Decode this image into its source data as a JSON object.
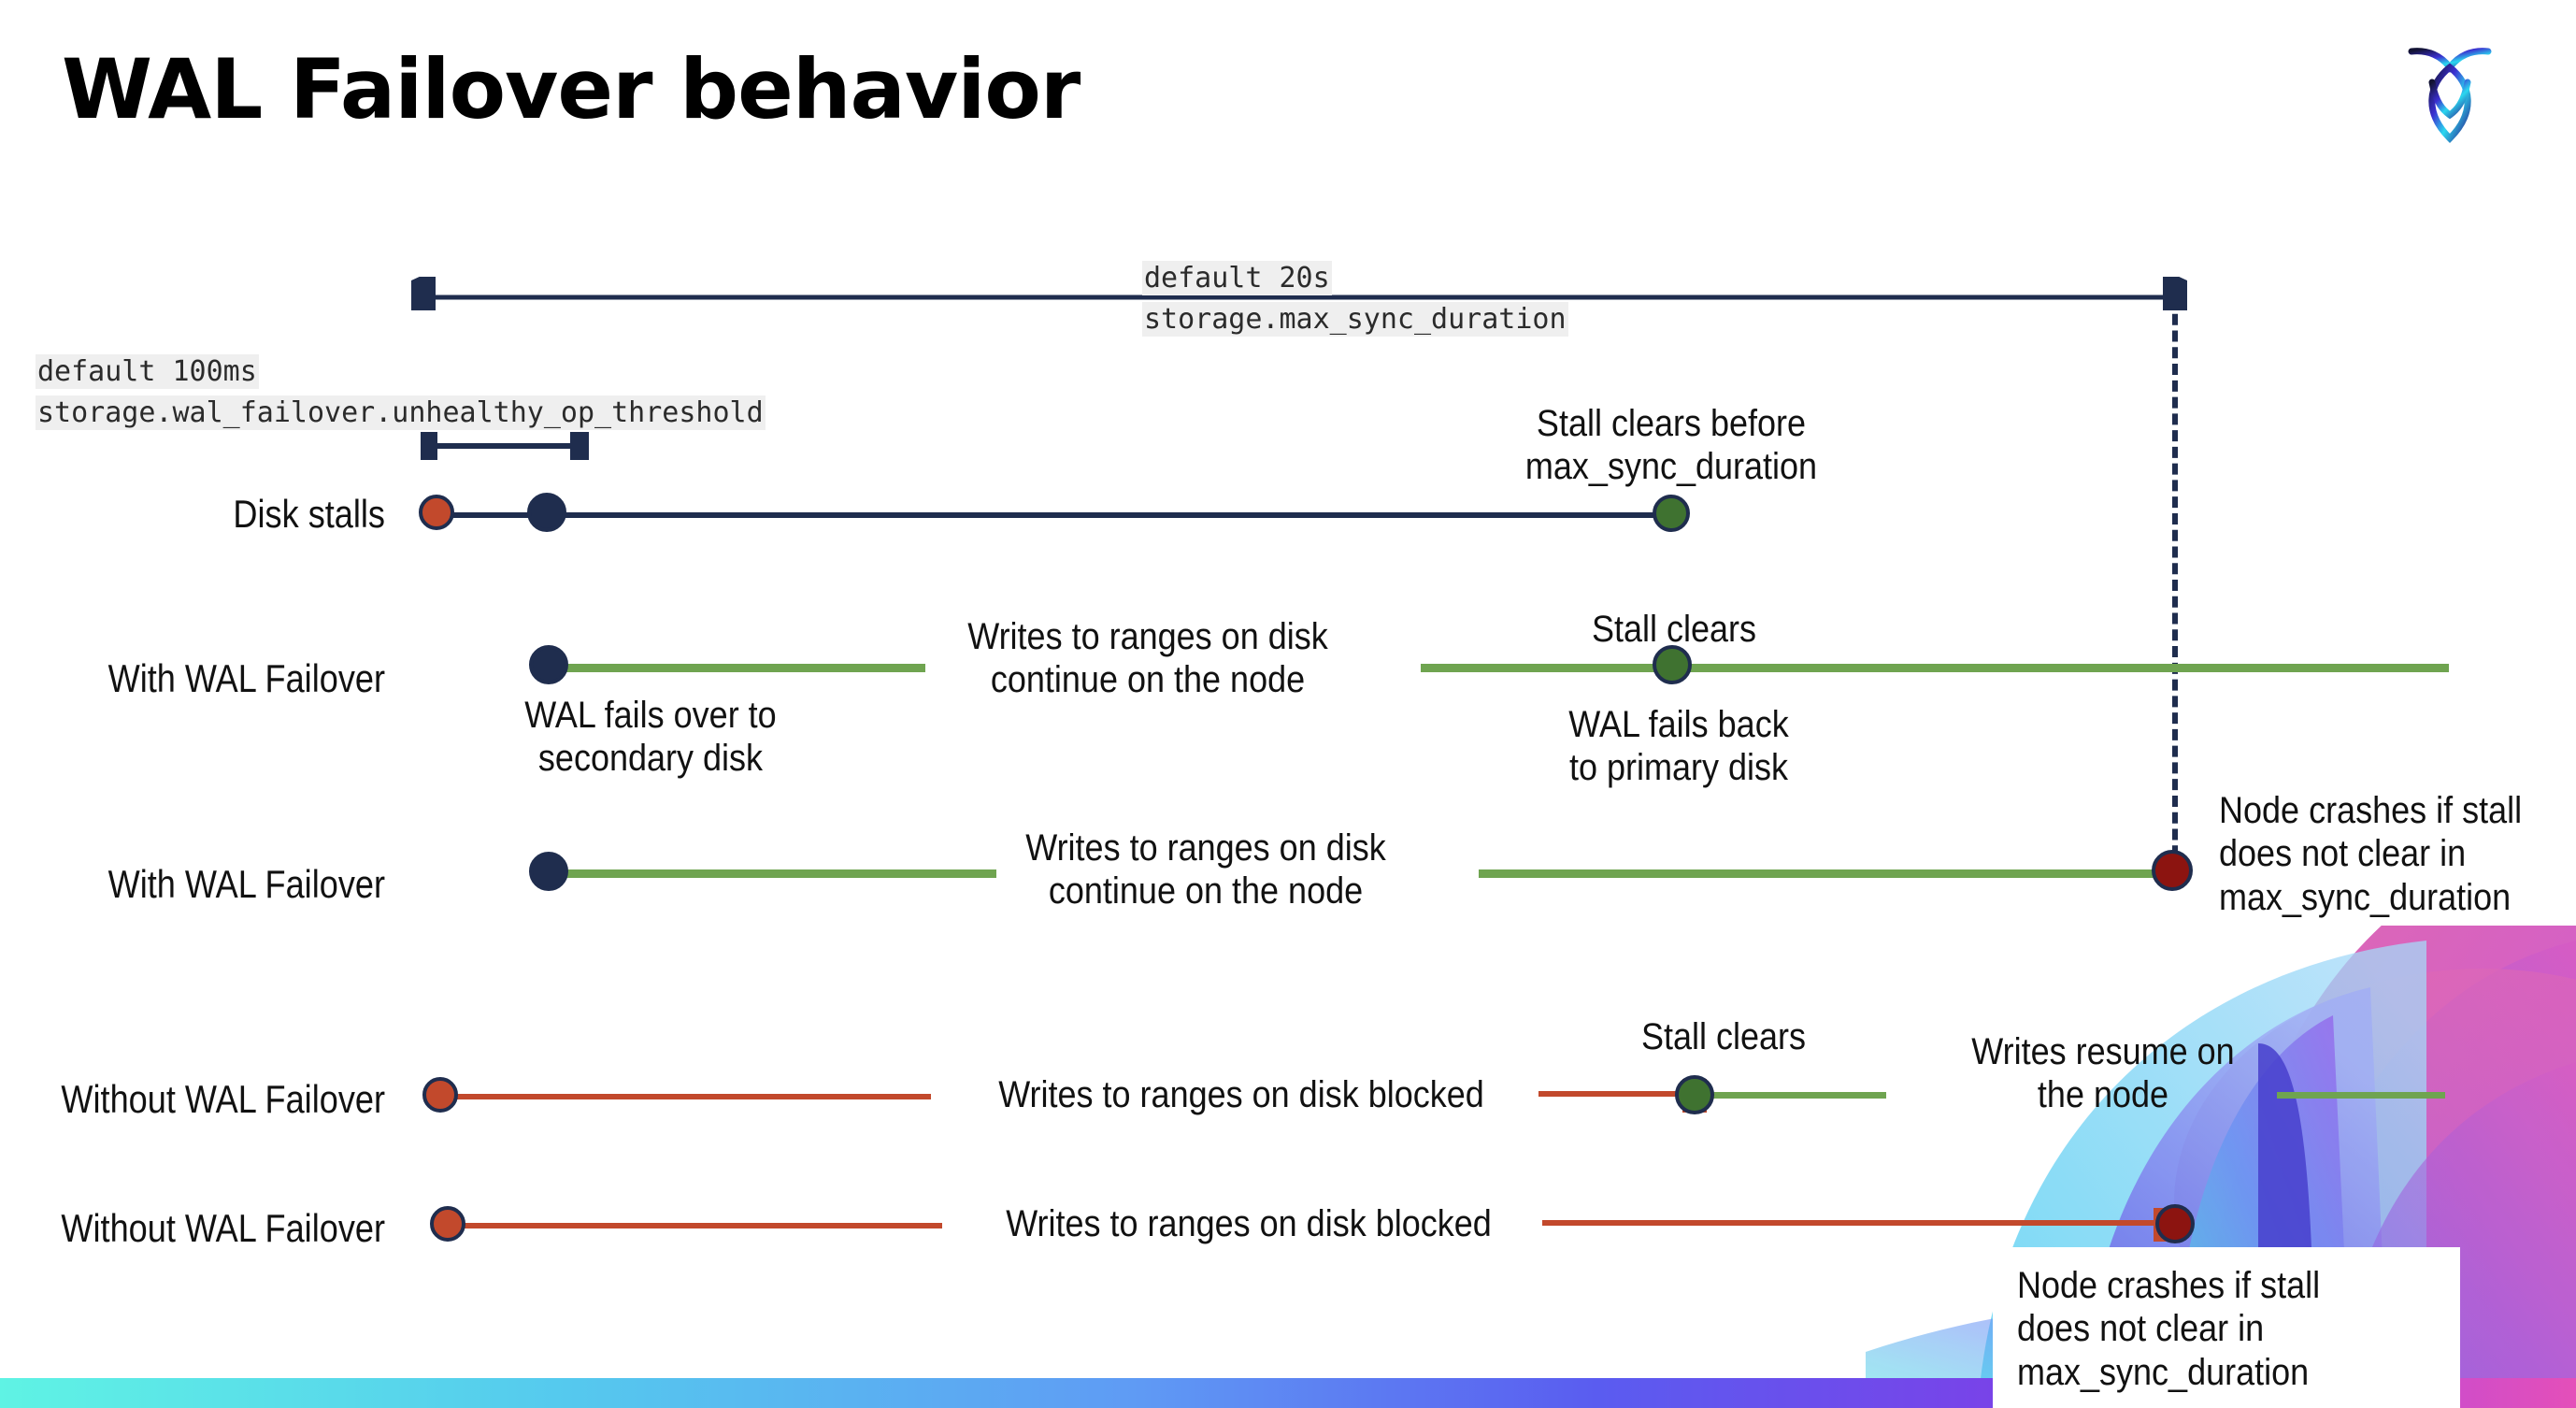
{
  "slide": {
    "title": "WAL Failover behavior",
    "logo_name": "cockroachdb-logo"
  },
  "annotations": {
    "max_sync": {
      "default": "default 20s",
      "setting": "storage.max_sync_duration"
    },
    "unhealthy_op": {
      "default": "default 100ms",
      "setting": "storage.wal_failover.unhealthy_op_threshold"
    }
  },
  "rows": [
    {
      "id": "disk-stalls",
      "label": "Disk stalls",
      "callouts": [
        {
          "id": "stall-clears-before",
          "text": "Stall clears before\nmax_sync_duration"
        }
      ]
    },
    {
      "id": "with-wal-failover-1",
      "label": "With WAL Failover",
      "callouts": [
        {
          "id": "writes-continue-1",
          "text": "Writes to ranges on disk\ncontinue on the node"
        },
        {
          "id": "wal-fails-over",
          "text": "WAL fails over to\nsecondary disk"
        },
        {
          "id": "stall-clears-1",
          "text": "Stall clears"
        },
        {
          "id": "wal-fails-back",
          "text": "WAL fails  back\nto primary disk"
        }
      ]
    },
    {
      "id": "with-wal-failover-2",
      "label": "With WAL Failover",
      "callouts": [
        {
          "id": "writes-continue-2",
          "text": "Writes to ranges on disk\ncontinue on the node"
        },
        {
          "id": "node-crashes-1",
          "text": "Node crashes if stall\ndoes not clear in\nmax_sync_duration"
        }
      ]
    },
    {
      "id": "without-wal-failover-1",
      "label": "Without WAL Failover",
      "callouts": [
        {
          "id": "writes-blocked-1",
          "text": "Writes to ranges on disk  blocked"
        },
        {
          "id": "stall-clears-2",
          "text": "Stall clears"
        },
        {
          "id": "writes-resume",
          "text": "Writes resume on\nthe node"
        }
      ]
    },
    {
      "id": "without-wal-failover-2",
      "label": "Without WAL Failover",
      "callouts": [
        {
          "id": "writes-blocked-2",
          "text": "Writes to ranges on disk  blocked"
        },
        {
          "id": "node-crashes-2",
          "text": "Node crashes if stall\ndoes not clear in\nmax_sync_duration"
        }
      ]
    }
  ],
  "colors": {
    "navy": "#1f2d4e",
    "green_line": "#6fa450",
    "green_dot": "#3f7230",
    "orange": "#c2492c",
    "dark_red": "#8c1410",
    "code_highlight": "#efefef"
  }
}
